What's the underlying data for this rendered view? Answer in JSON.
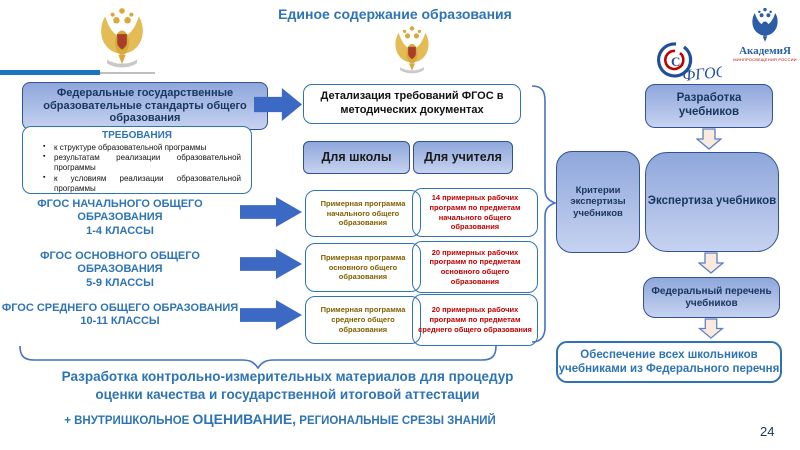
{
  "slide": {
    "title": "Единое содержание образования",
    "page_number": "24"
  },
  "logos": {
    "fgos_text": "ФГОС",
    "academy_text": "АкадемиЯ",
    "academy_subtext": "МИНПРОСВЕЩЕНИЯ РОССИИ"
  },
  "left": {
    "header_box": "Федеральные государственные образовательные стандарты общего образования",
    "requirements": {
      "title": "ТРЕБОВАНИЯ",
      "items": [
        "к структуре образовательной программы",
        "результатам реализации образовательной программы",
        "к условиям реализации образовательной программы"
      ]
    },
    "fgos_rows": [
      {
        "line1": "ФГОС НАЧАЛЬНОГО ОБЩЕГО ОБРАЗОВАНИЯ",
        "line2": "1-4 КЛАССЫ"
      },
      {
        "line1": "ФГОС ОСНОВНОГО ОБЩЕГО ОБРАЗОВАНИЯ",
        "line2": "5-9 КЛАССЫ"
      },
      {
        "line1": "ФГОС СРЕДНЕГО ОБЩЕГО ОБРАЗОВАНИЯ",
        "line2": "10-11 КЛАССЫ"
      }
    ]
  },
  "middle": {
    "detail_box": "Детализация требований ФГОС в методических документах",
    "school_label": "Для школы",
    "teacher_label": "Для учителя",
    "program_rows": [
      {
        "school": "Примерная программа начального общего образования",
        "teacher": "14 примерных рабочих программ по предметам начального общего образования"
      },
      {
        "school": "Примерная программа основного общего образования",
        "teacher": "20 примерных рабочих программ по предметам основного общего образования"
      },
      {
        "school": "Примерная программа среднего общего образования",
        "teacher": "20 примерных рабочих программ по предметам среднего общего образования"
      }
    ]
  },
  "right": {
    "criteria_box": "Критерии экспертизы учебников",
    "development_box": "Разработка учебников",
    "expertise_box": "Экспертиза учебников",
    "federal_list_box": "Федеральный перечень учебников",
    "provision_box": "Обеспечение всех школьников учебниками из Федерального перечня"
  },
  "bottom": {
    "kim_line1": "Разработка контрольно-измерительных материалов для процедур",
    "kim_line2": "оценки качества и государственной итоговой аттестации",
    "assessment_prefix": "+ ВНУТРИШКОЛЬНОЕ ",
    "assessment_big": "ОЦЕНИВАНИЕ,",
    "assessment_suffix": " РЕГИОНАЛЬНЫЕ СРЕЗЫ ЗНАНИЙ"
  }
}
